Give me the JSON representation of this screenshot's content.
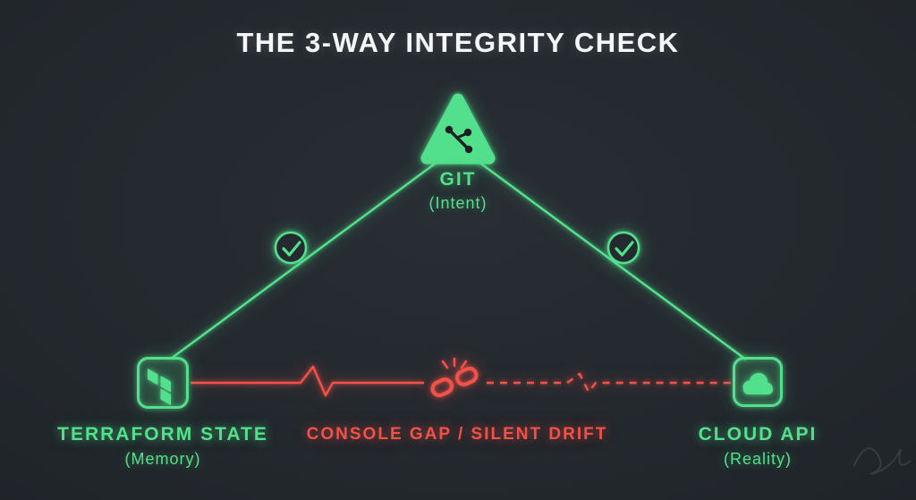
{
  "title": "THE 3-WAY INTEGRITY CHECK",
  "nodes": {
    "git": {
      "label": "GIT",
      "sublabel": "(Intent)",
      "icon": "git-icon"
    },
    "terraform": {
      "label": "TERRAFORM STATE",
      "sublabel": "(Memory)",
      "icon": "terraform-icon"
    },
    "cloud": {
      "label": "CLOUD API",
      "sublabel": "(Reality)",
      "icon": "cloud-icon"
    }
  },
  "edges": {
    "git_terraform": {
      "status": "verified",
      "icon": "check-icon"
    },
    "git_cloud": {
      "status": "verified",
      "icon": "check-icon"
    },
    "terraform_cloud": {
      "status": "broken",
      "icon": "broken-chain-icon",
      "label": "CONSOLE GAP / SILENT DRIFT"
    }
  },
  "colors": {
    "green": "#53e08c",
    "red": "#f05149",
    "background": "#21262b",
    "title": "#f4f6f8"
  }
}
